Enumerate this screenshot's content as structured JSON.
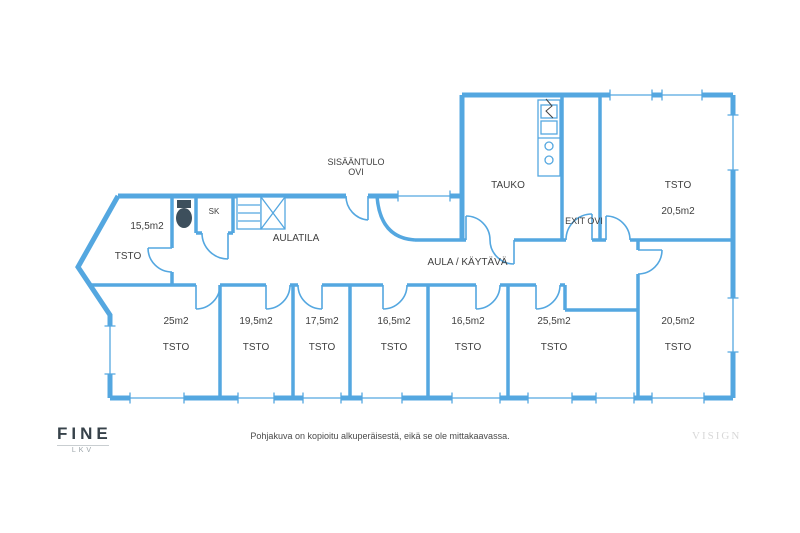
{
  "colors": {
    "wall": "#54A7E0",
    "label": "#3F3F3F",
    "watermark": "#D8D8D8",
    "logo": "#37424A"
  },
  "plan": {
    "entrance": {
      "line1": "SISÄÄNTULO",
      "line2": "OVI"
    },
    "rooms": {
      "left_office": {
        "area": "15,5m2",
        "type": "TSTO"
      },
      "sk": {
        "name": "SK"
      },
      "aulatila": {
        "name": "AULATILA"
      },
      "tauko": {
        "name": "TAUKO"
      },
      "exit": {
        "name": "EXIT OVI"
      },
      "corridor": {
        "name": "AULA / KÄYTÄVÄ"
      },
      "top_right_office": {
        "type": "TSTO",
        "area": "20,5m2"
      },
      "bottom_offices": [
        {
          "area": "25m2",
          "type": "TSTO"
        },
        {
          "area": "19,5m2",
          "type": "TSTO"
        },
        {
          "area": "17,5m2",
          "type": "TSTO"
        },
        {
          "area": "16,5m2",
          "type": "TSTO"
        },
        {
          "area": "16,5m2",
          "type": "TSTO"
        },
        {
          "area": "25,5m2",
          "type": "TSTO"
        },
        {
          "area": "20,5m2",
          "type": "TSTO"
        }
      ]
    }
  },
  "footer": {
    "logo_text": "FINE",
    "logo_sub": "LKV",
    "disclaimer": "Pohjakuva on kopioitu alkuperäisestä, eikä se ole mittakaavassa.",
    "watermark": "VISIGN"
  }
}
